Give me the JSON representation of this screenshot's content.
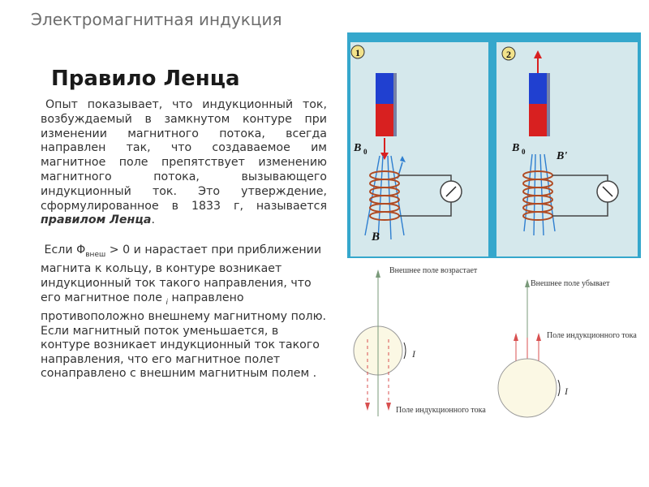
{
  "header": {
    "text": "Электромагнитная индукция"
  },
  "title": "Правило Ленца",
  "paragraph1": {
    "main": "Опыт показывает, что индукционный ток, возбуждаемый в замкнутом контуре при изменении магнитного потока, всегда направлен так, что создаваемое им магнитное поле препятствует изменению магнитного потока, вызывающего индукционный ток. Это утверждение, сформулированное в 1833 г, называется",
    "rule": "правилом Ленца",
    "end": "."
  },
  "paragraph2": {
    "phi": "Если  Φ",
    "phi_sub": "внеш",
    "part1": " > 0 и нарастает при приближении магнита к кольцу, в контуре возникает индукционный ток такого направления, что его магнитное поле",
    "i_mark": "i",
    "part2": " направлено противоположно  внешнему магнитному полю.     Если магнитный поток уменьшается, в контуре возникает индукционный ток такого направления, что его магнитное полет сонаправлено с внешним магнитным полем ."
  },
  "figure_top": {
    "panel1_number": "1",
    "panel2_number": "2",
    "b0_label": "B",
    "b0_sub": "0",
    "b_label": "B",
    "b_prime_label": "B'"
  },
  "figure_bottom": {
    "left_label_top": "Внешнее поле возрастает",
    "left_label_bottom": "Поле индукционного тока",
    "left_current": "I",
    "right_label_top": "Внешнее поле убывает",
    "right_label_mid": "Поле индукционного тока",
    "right_current": "I"
  },
  "colors": {
    "panel_bg": "#d5e8ec",
    "frame": "#35a7cc",
    "magnet_red": "#d82020",
    "magnet_blue": "#2040d0",
    "coil": "#b04a22",
    "field_arrow": "#2f7fd0"
  }
}
